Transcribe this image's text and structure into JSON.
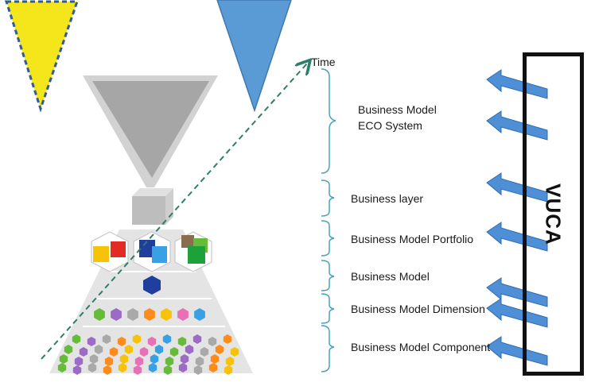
{
  "time_label": "Time",
  "layers": [
    {
      "line1": "Business Model",
      "line2": "ECO System"
    },
    {
      "line1": "Business layer"
    },
    {
      "line1": "Business Model Portfolio"
    },
    {
      "line1": "Business Model"
    },
    {
      "line1": "Business Model Dimension"
    },
    {
      "line1": "Business Model Component"
    }
  ],
  "vuca_label": "VUCA",
  "colors": {
    "yellow_triangle": "#f5e51b",
    "blue_triangle": "#5b9bd5",
    "funnel_gray": "#b9b9b9",
    "pyramid_gray": "#e3e3e3",
    "arrow_blue": "#4f8fd6",
    "dashed_line": "#2e7d6b",
    "bracket": "#4aa3b5",
    "hex_palette": [
      "#66bb3a",
      "#9b6bc6",
      "#a9a9a9",
      "#ff8c1a",
      "#f7c20a",
      "#e96fb7",
      "#3aa0e6",
      "#1f3f9e",
      "#e32a25",
      "#1da23a",
      "#8a6d4e"
    ]
  }
}
